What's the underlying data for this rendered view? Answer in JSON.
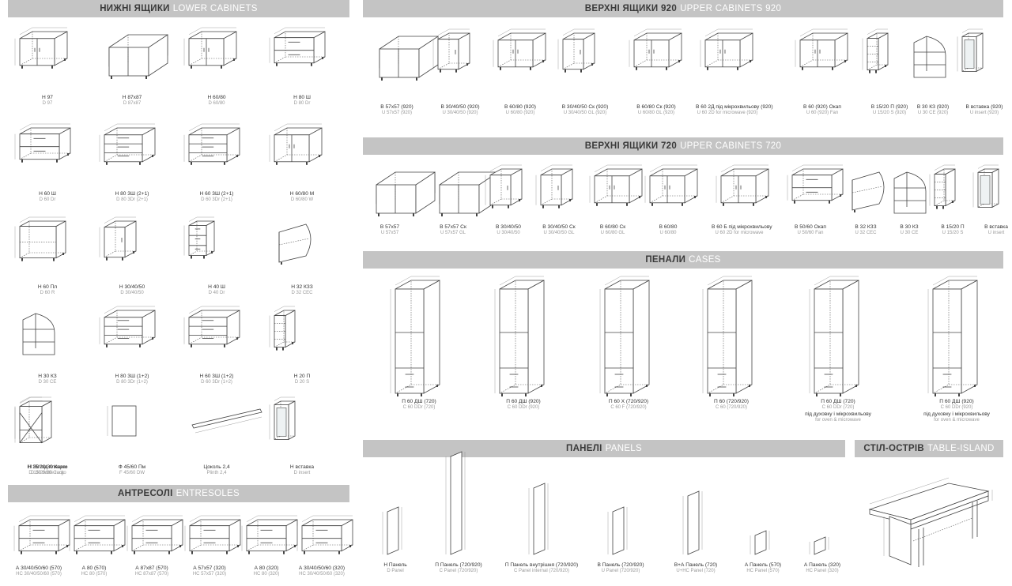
{
  "sections": {
    "lower": {
      "ua": "НИЖНІ ЯЩИКИ",
      "en": "LOWER CABINETS"
    },
    "upper920": {
      "ua": "ВЕРХНІ ЯЩИКИ 920",
      "en": "UPPER CABINETS 920"
    },
    "upper720": {
      "ua": "ВЕРХНІ ЯЩИКИ 720",
      "en": "UPPER CABINETS 720"
    },
    "cases": {
      "ua": "ПЕНАЛИ",
      "en": "CASES"
    },
    "entresoles": {
      "ua": "АНТРЕСОЛІ",
      "en": "ENTRESOLES"
    },
    "panels": {
      "ua": "ПАНЕЛІ",
      "en": "PANELS"
    },
    "island": {
      "ua": "СТІЛ-ОСТРІВ",
      "en": "TABLE-ISLAND"
    }
  },
  "lower_items": [
    {
      "name": "Н 97",
      "code": "D 97",
      "shape": "base2"
    },
    {
      "name": "Н 87х87",
      "code": "D 87x87",
      "shape": "corner"
    },
    {
      "name": "Н 60/80",
      "code": "D 60/80",
      "shape": "base2"
    },
    {
      "name": "Н 80 Ш",
      "code": "D 80 Dr",
      "shape": "drw2"
    },
    {
      "name": "Н 60 Ш",
      "code": "D 60 Dr",
      "shape": "drw2"
    },
    {
      "name": "Н 80 3Ш (2+1)",
      "code": "D 80 3Dr (2+1)",
      "shape": "drw3"
    },
    {
      "name": "Н 60 3Ш (2+1)",
      "code": "D 60 3Dr (2+1)",
      "shape": "drw3"
    },
    {
      "name": "Н 60/80 М",
      "code": "D 60/80 W",
      "shape": "base2"
    },
    {
      "name": "Н 60 Пл",
      "code": "D 60 R",
      "shape": "open"
    },
    {
      "name": "Н 30/40/50",
      "code": "D 30/40/50",
      "shape": "narrow"
    },
    {
      "name": "Н 40 Ш",
      "code": "D 40 Dr",
      "shape": "narrowdrw"
    },
    {
      "name": "Н 32 КЗЗ",
      "code": "D 32 CEC",
      "shape": "curve"
    },
    {
      "name": "Н 30 КЗ",
      "code": "D 30 CE",
      "shape": "shelves"
    },
    {
      "name": "Н 80 3Ш (1+2)",
      "code": "D 80 3Dr (1+2)",
      "shape": "drw3"
    },
    {
      "name": "Н 60 3Ш (1+2)",
      "code": "D 60 3Dr (1+2)",
      "shape": "drw3"
    },
    {
      "name": "Н 20 П",
      "code": "D 20 S",
      "shape": "slimopen"
    },
    {
      "name": "Н 15/20/30 Карго",
      "code": "D 15/20/30 Cargo",
      "shape": "slim"
    },
    {
      "name": "Н 30 під пляшки",
      "code": "D 30 bottle rack",
      "shape": "bottle"
    },
    {
      "name": "Ф 45/60 Пм",
      "code": "F 45/60 DW",
      "shape": "panelflat"
    },
    {
      "name": "Цоколь 2,4",
      "code": "Plinth  2,4",
      "shape": "plinth"
    },
    {
      "name": "Н вставка",
      "code": "D insert",
      "shape": "insert"
    }
  ],
  "entresol_items": [
    {
      "name": "А 30/40/50/60 (570)",
      "code": "HC 30/40/50/60 (570)"
    },
    {
      "name": "А 80 (570)",
      "code": "HC 80 (570)"
    },
    {
      "name": "А 87х87 (570)",
      "code": "HC 87x87 (570)"
    },
    {
      "name": "А 57х57 (320)",
      "code": "HC 57x57 (320)"
    },
    {
      "name": "А 80 (320)",
      "code": "HC 80 (320)"
    },
    {
      "name": "А 30/40/50/60 (320)",
      "code": "HC 30/40/50/60 (320)"
    }
  ],
  "upper920_items": [
    {
      "name": "В 57х57 (920)",
      "code": "U 57x57 (920)"
    },
    {
      "name": "В 30/40/50 (920)",
      "code": "U 30/40/50 (920)"
    },
    {
      "name": "В 60/80 (920)",
      "code": "U 60/80 (920)"
    },
    {
      "name": "В 30/40/50 Ск (920)",
      "code": "U 30/40/50 GL (920)"
    },
    {
      "name": "В 60/80 Ск (920)",
      "code": "U 60/80 GL (920)"
    },
    {
      "name": "В 60 2Д під мікрохвильову (920)",
      "code": "U 60 2D for microwave (920)"
    },
    {
      "name": "В 60 (920) Окап",
      "code": "U 60 (920) Fan"
    },
    {
      "name": "В 15/20 П (920)",
      "code": "U 15/20 S (920)"
    },
    {
      "name": "В 30 КЗ (920)",
      "code": "U 30 CE (920)"
    },
    {
      "name": "В вставка (920)",
      "code": "U insert (920)"
    }
  ],
  "upper720_items": [
    {
      "name": "В 57х57",
      "code": "U 57x57"
    },
    {
      "name": "В 57х57 Ск",
      "code": "U 57x57 GL"
    },
    {
      "name": "В 30/40/50",
      "code": "U 30/40/50"
    },
    {
      "name": "В 30/40/50 Ск",
      "code": "U 30/40/50 GL"
    },
    {
      "name": "В 60/80 Ск",
      "code": "U 60/80 GL"
    },
    {
      "name": "В 60/80",
      "code": "U 60/80"
    },
    {
      "name": "В 60 Б під мікрохвильову",
      "code": "U 60 2D for microwave"
    },
    {
      "name": "В 50/60 Окап",
      "code": "U 50/60 Fan"
    },
    {
      "name": "В 32 КЗЗ",
      "code": "U 32 CEC"
    },
    {
      "name": "В 30 КЗ",
      "code": "U 30 CE"
    },
    {
      "name": "В 15/20 П",
      "code": "U 15/20 S"
    },
    {
      "name": "В вставка",
      "code": "U insert"
    }
  ],
  "case_items": [
    {
      "name": "П 60 ДШ (720)",
      "code": "C 60 DDr (720)",
      "extra1": "",
      "extra2": ""
    },
    {
      "name": "П 60 ДШ (920)",
      "code": "C 60 DDr (920)",
      "extra1": "",
      "extra2": ""
    },
    {
      "name": "П 60 Х (720/920)",
      "code": "C 60 F (720/920)",
      "extra1": "",
      "extra2": ""
    },
    {
      "name": "П 60 (720/920)",
      "code": "C 60 (720/920)",
      "extra1": "",
      "extra2": ""
    },
    {
      "name": "П 60 ДШ (720)",
      "code": "C 60 DDr (720)",
      "extra1": "під духовку і мікрохвильову",
      "extra2": "for oven & microwave"
    },
    {
      "name": "П 60 ДШ (920)",
      "code": "C 60 DDr (920)",
      "extra1": "під духовку і мікрохвильову",
      "extra2": "for oven & microwave"
    }
  ],
  "panel_items": [
    {
      "name": "Н Панель",
      "code": "D Panel"
    },
    {
      "name": "П Панель (720/920)",
      "code": "C Panel (720/920)"
    },
    {
      "name": "П Панель внутрішня (720/920)",
      "code": "C Panel internal (720/920)"
    },
    {
      "name": "В Панель (720/920)",
      "code": "U Panel (720/920)"
    },
    {
      "name": "В+А Панель (720)",
      "code": "U+HC Panel (720)"
    },
    {
      "name": "А Панель (570)",
      "code": "HC Panel (570)"
    },
    {
      "name": "А Панель (320)",
      "code": "HC Panel (320)"
    }
  ]
}
